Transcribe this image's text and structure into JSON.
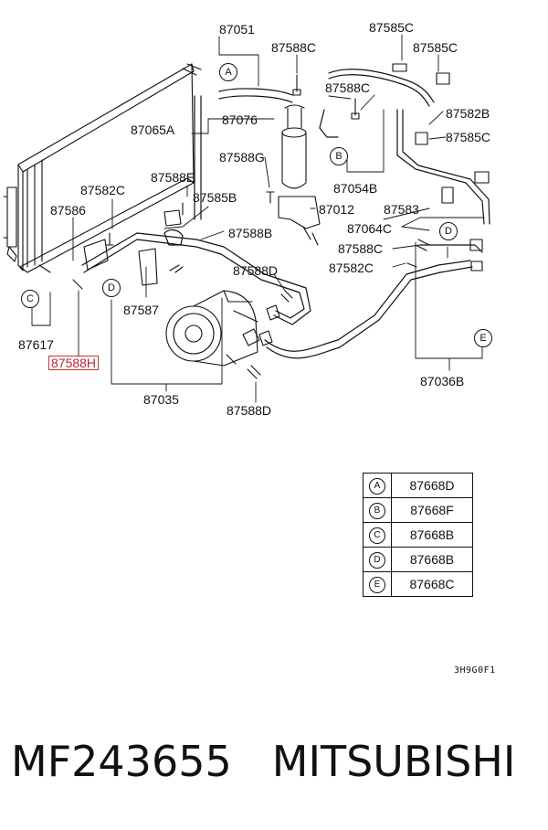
{
  "labels": {
    "p87051": "87051",
    "p87588C_a": "87588C",
    "p87585C_a": "87585C",
    "p87585C_b": "87585C",
    "p87588C_b": "87588C",
    "p87582B": "87582B",
    "p87065A": "87065A",
    "p87076": "87076",
    "p87585C_c": "87585C",
    "p87588G": "87588G",
    "p87588E": "87588E",
    "p87582C_a": "87582C",
    "p87585B": "87585B",
    "p87054B": "87054B",
    "p87586": "87586",
    "p87012": "87012",
    "p87583": "87583",
    "p87588B": "87588B",
    "p87064C": "87064C",
    "p87588C_c": "87588C",
    "p87588D_a": "87588D",
    "p87582C_b": "87582C",
    "p87587": "87587",
    "p87617": "87617",
    "p87588H": "87588H",
    "p87035": "87035",
    "p87036B": "87036B",
    "p87588D_b": "87588D"
  },
  "callouts": {
    "A": "A",
    "B": "B",
    "C": "C",
    "D1": "D",
    "D2": "D",
    "E": "E"
  },
  "legend": [
    {
      "key": "A",
      "part": "87668D"
    },
    {
      "key": "B",
      "part": "87668F"
    },
    {
      "key": "C",
      "part": "87668B"
    },
    {
      "key": "D",
      "part": "87668B"
    },
    {
      "key": "E",
      "part": "87668C"
    }
  ],
  "ref_code": "3H9G0F1",
  "footer": {
    "part_number": "MF243655",
    "brand": "MITSUBISHI"
  },
  "highlight_color": "#c0392b"
}
